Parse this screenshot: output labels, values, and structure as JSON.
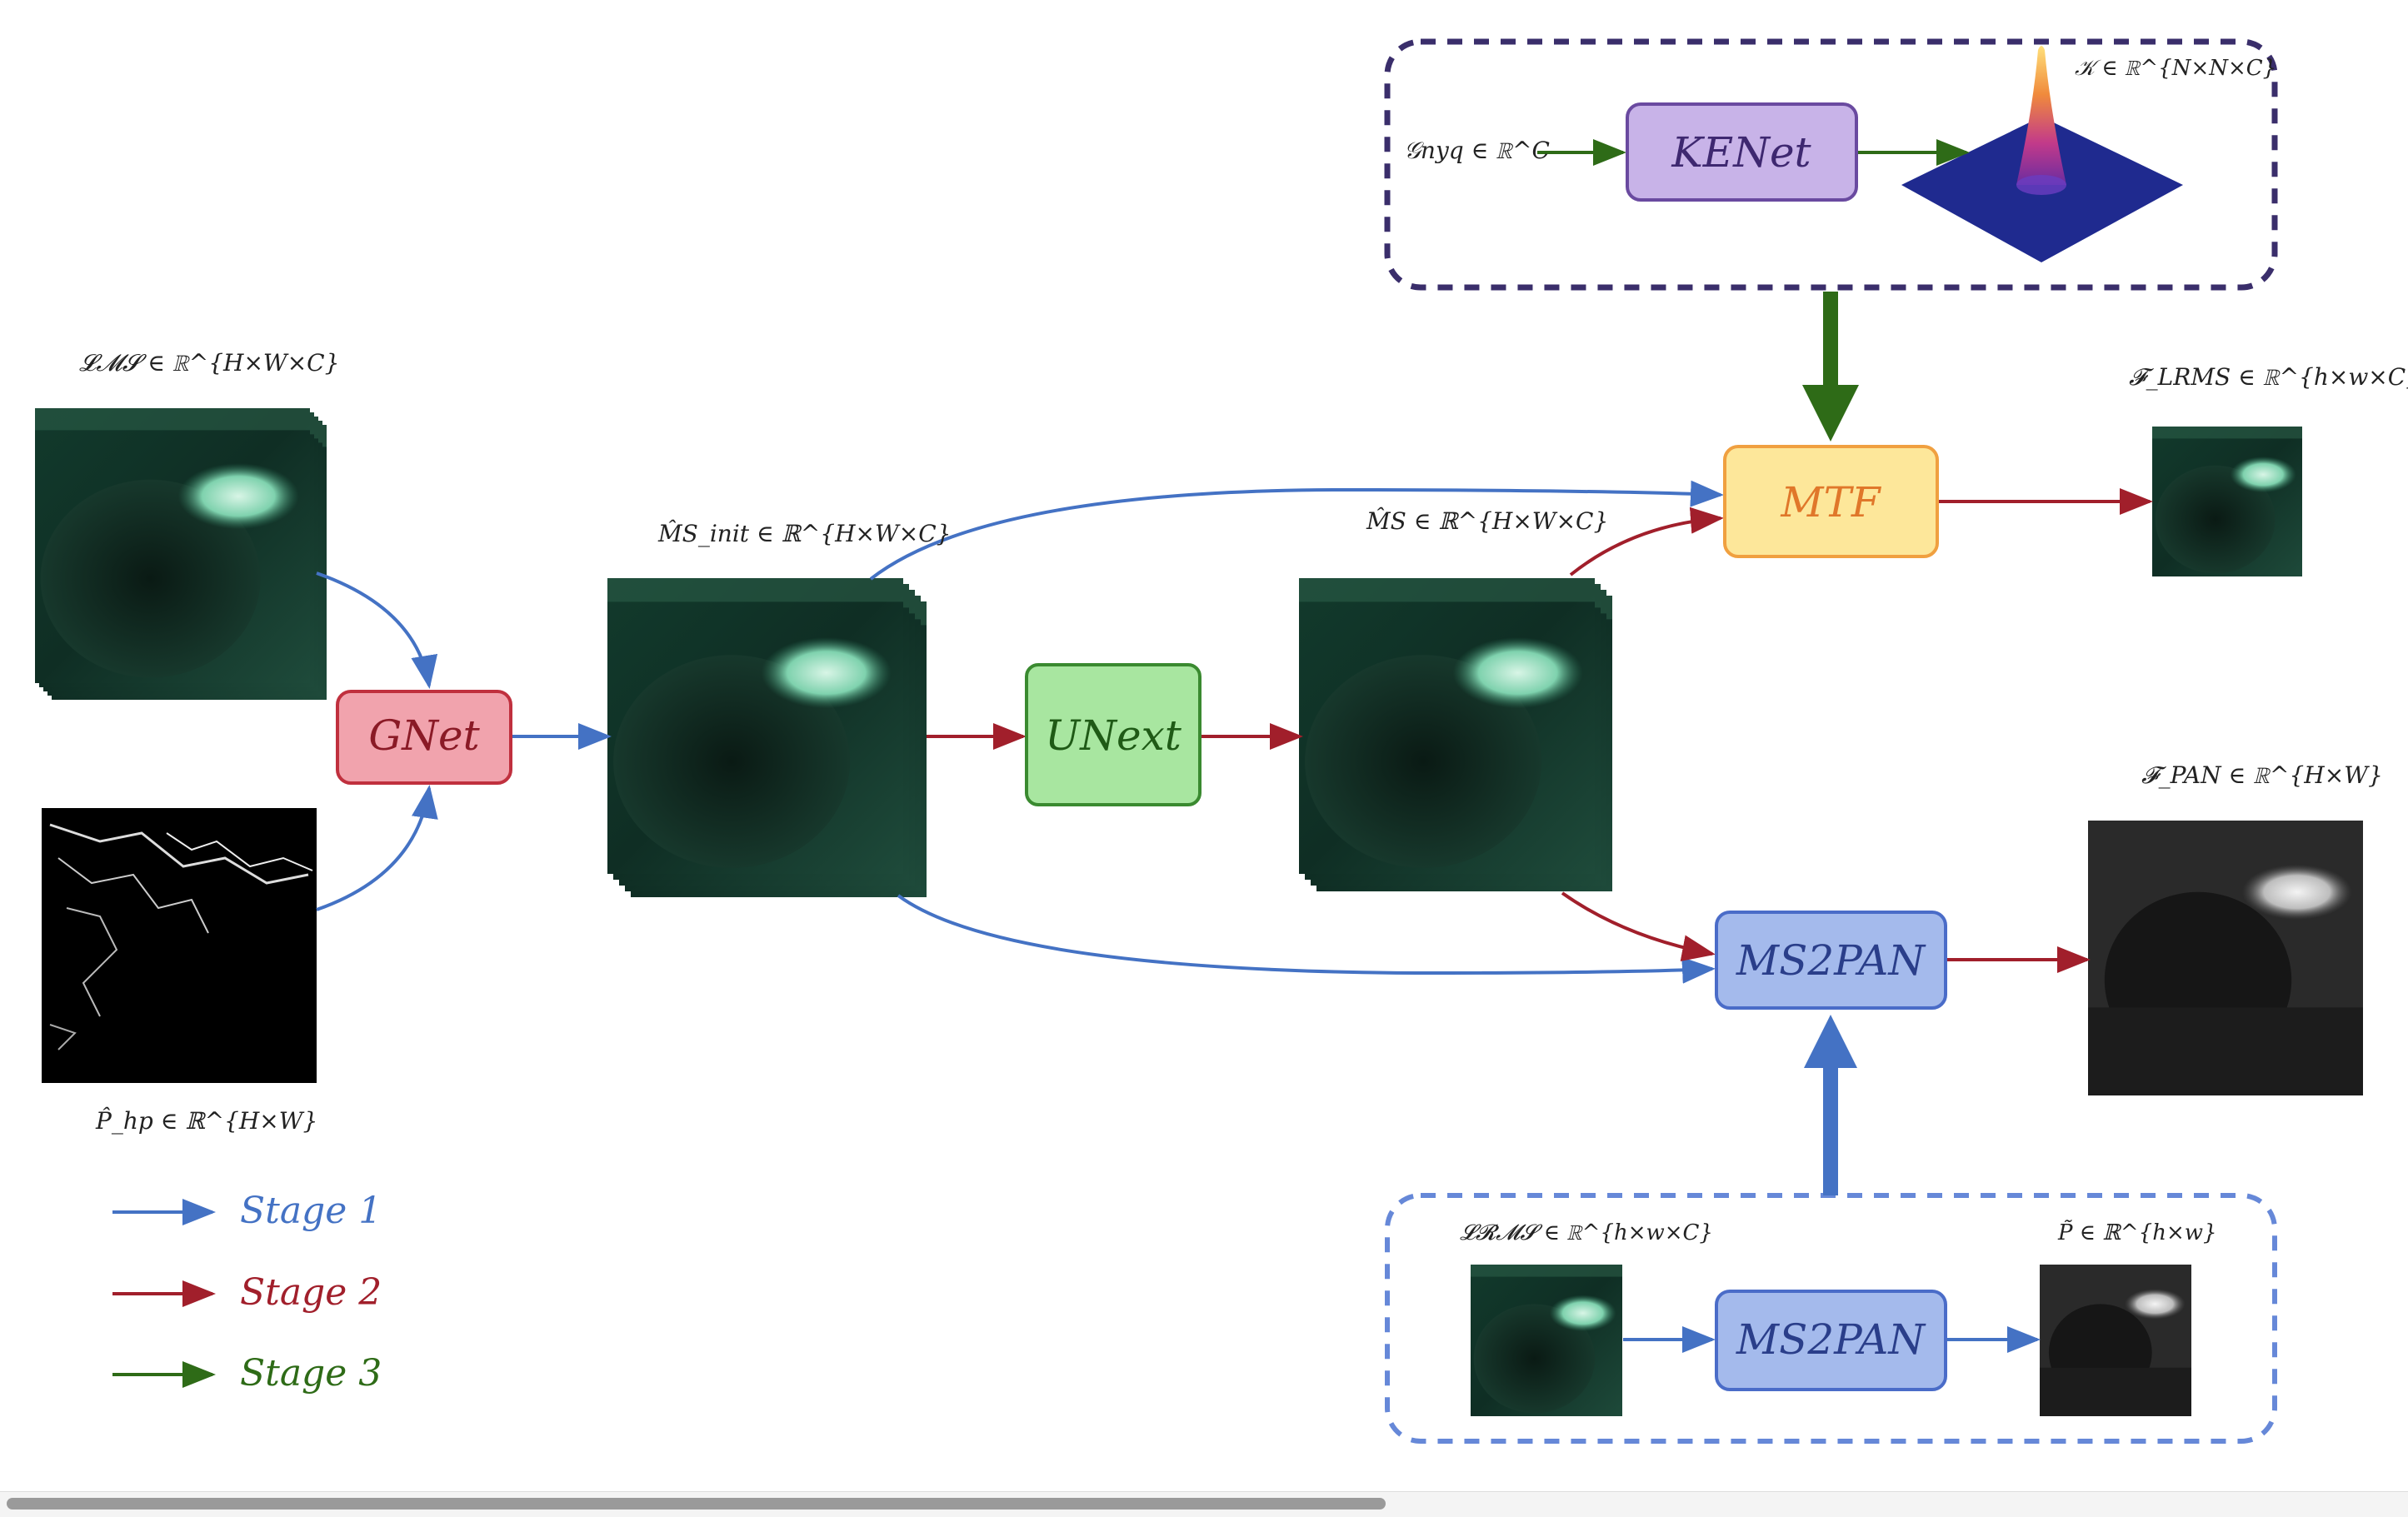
{
  "nodes": {
    "gnet": "GNet",
    "unext": "UNext",
    "mtf": "MTF",
    "ms2pan_main": "MS2PAN",
    "kenet": "KENet",
    "ms2pan_sub": "MS2PAN"
  },
  "labels": {
    "lms": "𝓛𝓜𝓢 ∈ ℝ^{H×W×C}",
    "php": "P̂_hp ∈ ℝ^{H×W}",
    "ms_init": "M̂S_init ∈ ℝ^{H×W×C}",
    "ms_hat": "M̂S ∈ ℝ^{H×W×C}",
    "f_lrms": "𝓕_LRMS ∈ ℝ^{h×w×C}",
    "f_pan": "𝓕_PAN ∈ ℝ^{H×W}",
    "gnyq": "𝒢nyq ∈ ℝ^C",
    "kernel": "𝒦 ∈ ℝ^{N×N×C}",
    "lrms": "𝓛𝓡𝓜𝓢 ∈ ℝ^{h×w×C}",
    "p_tilde": "P̃ ∈ ℝ^{h×w}"
  },
  "legend": {
    "stage1": "Stage 1",
    "stage2": "Stage 2",
    "stage3": "Stage 3"
  },
  "colors": {
    "stage1": "#4472c4",
    "stage2": "#a11f2b",
    "stage3": "#2e6b17",
    "gnet_fill": "#f1a3ad",
    "unext_fill": "#a8e6a0",
    "mtf_fill": "#fde79a",
    "ms2pan_fill": "#a4baec",
    "kenet_fill": "#c8b3e8"
  }
}
